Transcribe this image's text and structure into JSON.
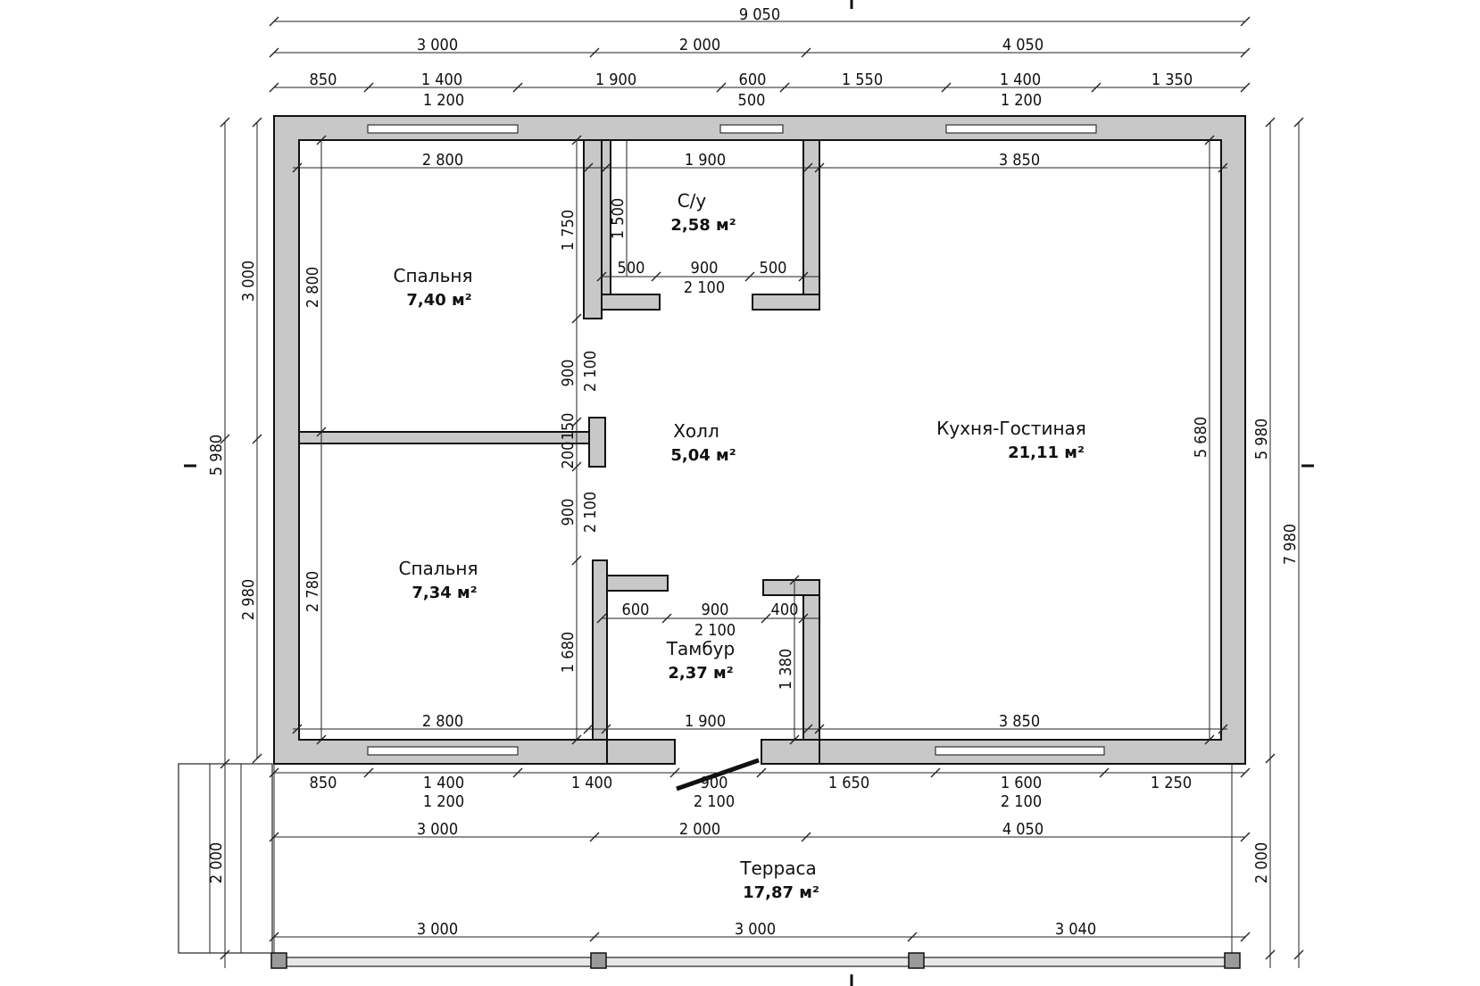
{
  "rooms": [
    {
      "name": "Спальня",
      "area": "7,40 м²"
    },
    {
      "name": "С/у",
      "area": "2,58 м²"
    },
    {
      "name": "Холл",
      "area": "5,04 м²"
    },
    {
      "name": "Кухня-Гостиная",
      "area": "21,11 м²"
    },
    {
      "name": "Спальня",
      "area": "7,34 м²"
    },
    {
      "name": "Тамбур",
      "area": "2,37 м²"
    },
    {
      "name": "Терраса",
      "area": "17,87 м²"
    }
  ],
  "dims": {
    "top_total": "9 050",
    "top_mid": [
      "3 000",
      "2 000",
      "4 050"
    ],
    "top_openings": [
      "850",
      "1 400",
      "1 900",
      "600",
      "1 550",
      "1 400",
      "1 350"
    ],
    "top_window_widths": [
      "1 200",
      "500",
      "1 200"
    ],
    "inner_top": [
      "2 800",
      "1 900",
      "3 850"
    ],
    "inner_bottom": [
      "2 800",
      "1 900",
      "3 850"
    ],
    "bottom_openings": [
      "850",
      "1 400",
      "1 400",
      "900",
      "1 650",
      "1 600",
      "1 250"
    ],
    "bottom_window_widths": [
      "1 200",
      "2 100",
      "2 100"
    ],
    "bottom_mid": [
      "3 000",
      "2 000",
      "4 050"
    ],
    "terrace_bottom": [
      "3 000",
      "3 000",
      "3 040"
    ],
    "left_outer": "5 980",
    "left_split": [
      "3 000",
      "2 980"
    ],
    "left_terrace": "2 000",
    "right_inner": "5 980",
    "right_outer": "7 980",
    "right_terrace": "2 000",
    "bed1_height": "2 800",
    "bed2_height": "2 780",
    "kitchen_height": "5 680",
    "wc_wall": "1 750",
    "wc_height": "1 500",
    "wc_door_row": [
      "500",
      "900",
      "500"
    ],
    "wc_door_opening": "2 100",
    "hall_door1": [
      "900",
      "2 100"
    ],
    "hall_wall": [
      "150",
      "200"
    ],
    "hall_door2": [
      "900",
      "2 100"
    ],
    "bed2_wall": "1 680",
    "tambur_row": [
      "600",
      "900",
      "400"
    ],
    "tambur_door_opening": "2 100",
    "tambur_height": "1 380"
  }
}
